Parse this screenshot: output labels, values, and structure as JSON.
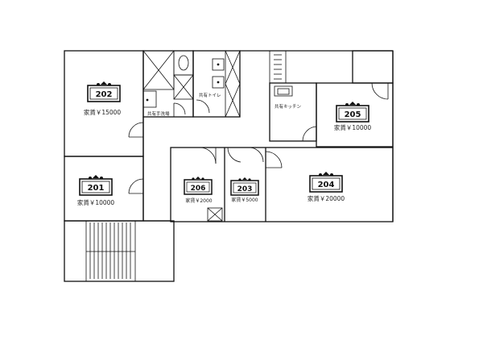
{
  "rooms": [
    {
      "id": "202",
      "rent": "家賃￥15000"
    },
    {
      "id": "201",
      "rent": "家賃￥10000"
    },
    {
      "id": "206",
      "rent": "家賃￥2000"
    },
    {
      "id": "203",
      "rent": "家賃￥5000"
    },
    {
      "id": "204",
      "rent": "家賃￥20000"
    },
    {
      "id": "205",
      "rent": "家賃￥10000"
    }
  ],
  "facilities": {
    "washroom": "共有手洗場",
    "toilet": "共有トイレ",
    "kitchen": "共有キッチン"
  }
}
